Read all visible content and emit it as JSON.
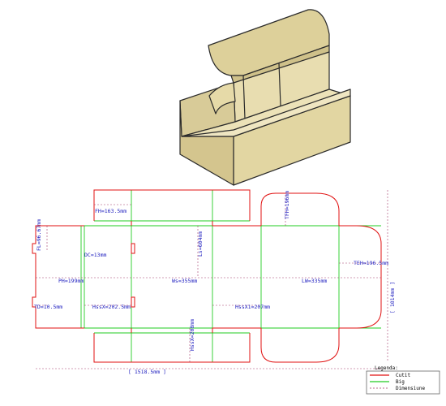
{
  "colors": {
    "cut": "#e01010",
    "crease": "#22cc22",
    "dimension": "#2020c0",
    "box_face": "#e2d6a2",
    "box_edge": "#2a2a2a"
  },
  "dimensions": {
    "fh": "FH=163.5mm",
    "tfh": "TFH=196mm",
    "fl": "FL=96.67mm",
    "dc": "DC=13mm",
    "ls": "Ls=604mm",
    "ph": "PH=199mm",
    "ws": "Ws=355mm",
    "lw": "LW=335mm",
    "teh": "TEH=196.5mm",
    "td": "TD=10.5mm",
    "hss": "HssX=202.5mm",
    "hss1": "HssX1=207mm",
    "hss2": "HssX=208mm",
    "total_height": "[ 1014mm ]",
    "total_width": "[ 1518.5mm ]"
  },
  "legend": {
    "title": "Legenda:",
    "cut": "Cutit",
    "crease": "Big",
    "dimension": "Dimensiune"
  }
}
